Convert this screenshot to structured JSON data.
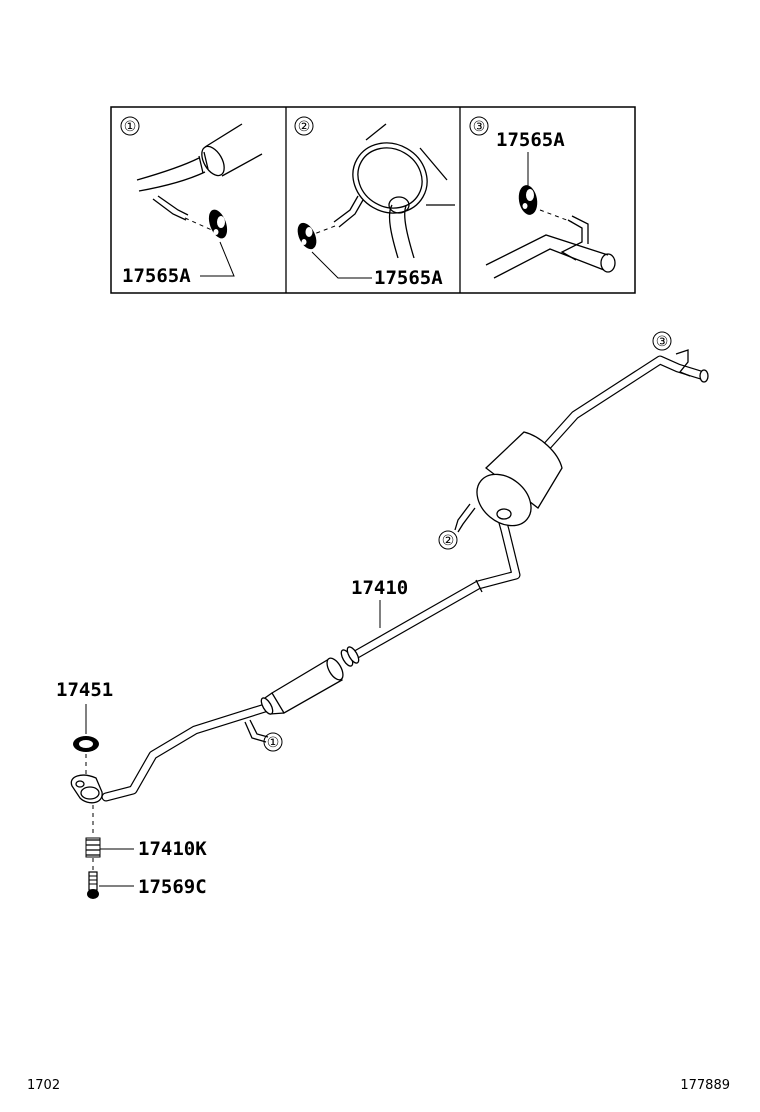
{
  "detail_boxes": [
    {
      "marker": "①",
      "part": "17565A"
    },
    {
      "marker": "②",
      "part": "17565A"
    },
    {
      "marker": "③",
      "part": "17565A"
    }
  ],
  "main": {
    "pipe_label": "17410",
    "gasket_label": "17451",
    "spring_label": "17410K",
    "bolt_label": "17569C",
    "hanger_markers": [
      "①",
      "②",
      "③"
    ]
  },
  "footer": {
    "left": "1702",
    "right": "177889"
  }
}
